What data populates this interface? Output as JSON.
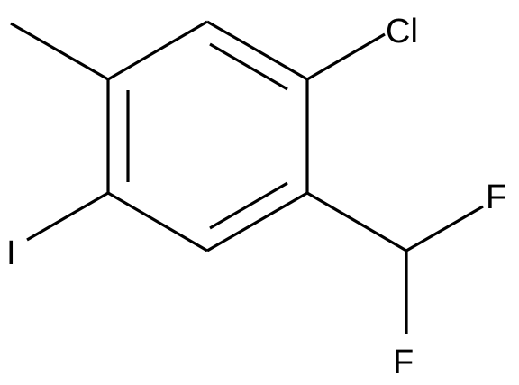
{
  "molecule": {
    "atoms": [
      {
        "id": "Cl",
        "label": "Cl"
      },
      {
        "id": "F1",
        "label": "F"
      },
      {
        "id": "F2",
        "label": "F"
      },
      {
        "id": "I",
        "label": "I"
      }
    ]
  },
  "colors": {
    "bond": "#000000",
    "label": "#000000",
    "background": "#ffffff"
  }
}
